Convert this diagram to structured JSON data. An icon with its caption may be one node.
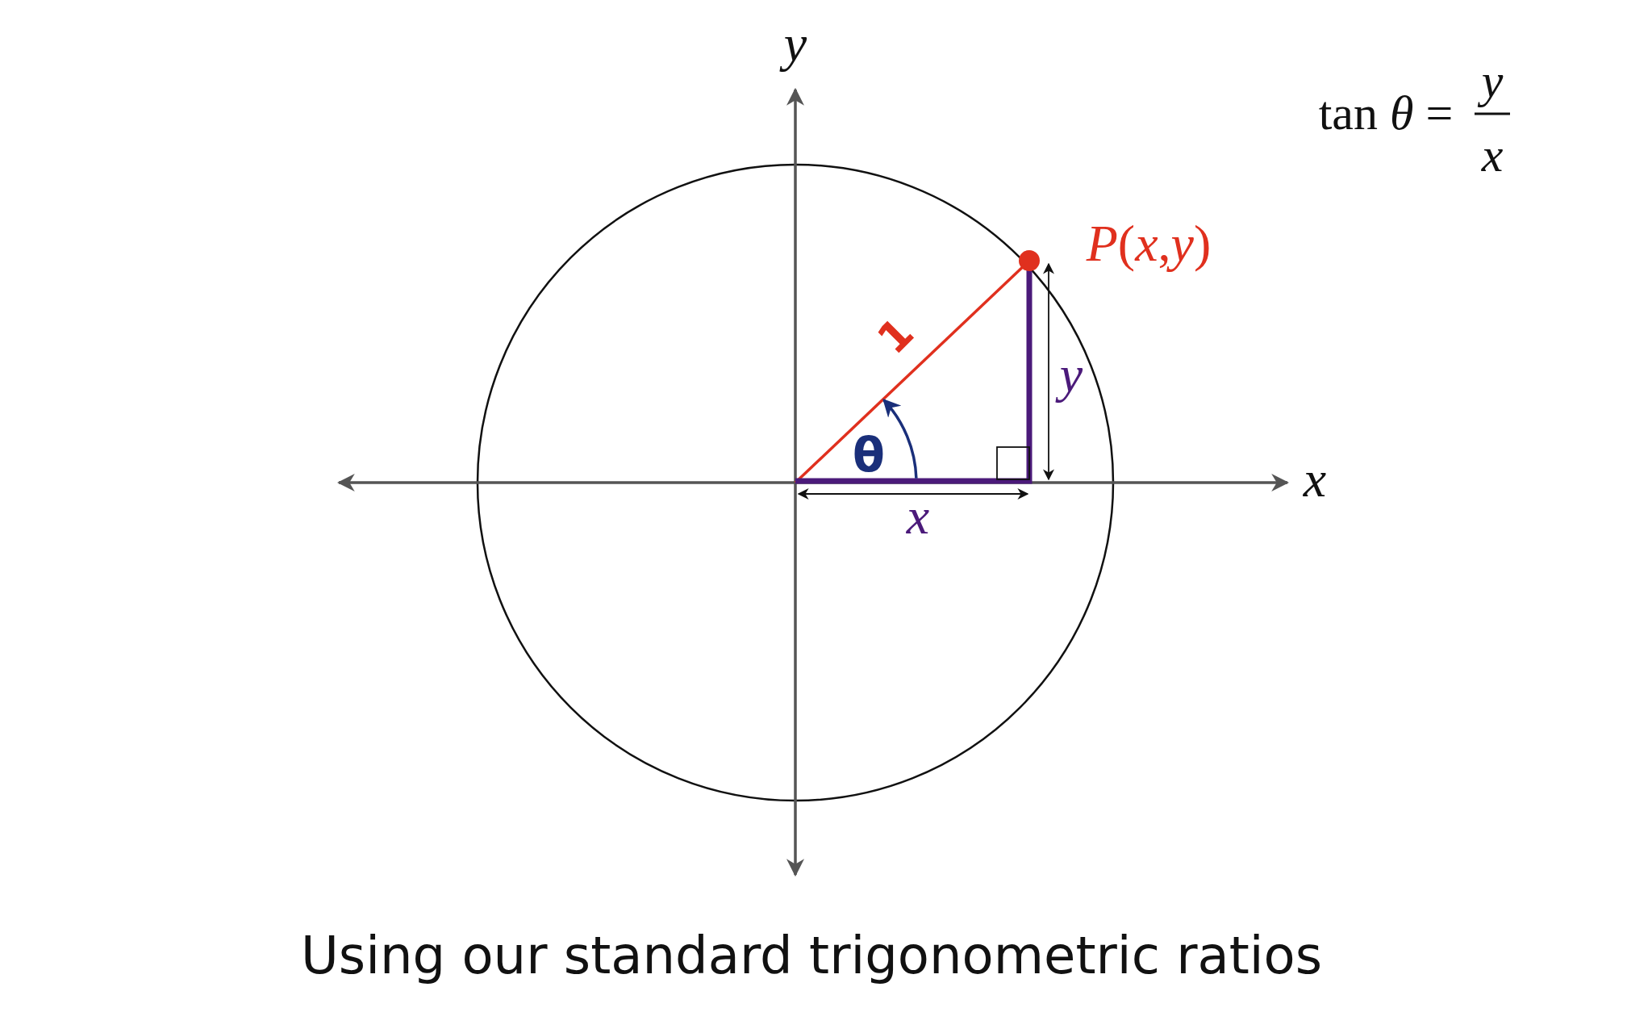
{
  "diagram": {
    "caption": "Using our standard trigonometric ratios",
    "labels": [
      "*y*",
      "tan *θ* =",
      "*y*",
      "*x*",
      "*P*(*x*,*y*)",
      "1",
      "*y*",
      "θ",
      "*x*",
      "*x*"
    ]
  }
}
